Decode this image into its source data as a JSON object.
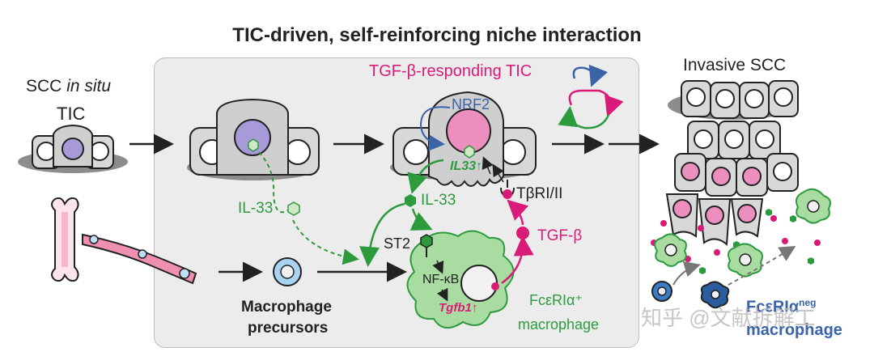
{
  "title": "TIC-driven, self-reinforcing niche interaction",
  "scc_in_situ": {
    "main": "SCC ",
    "italic": "in situ"
  },
  "tic": "TIC",
  "invasive_scc": "Invasive SCC",
  "tgfb_tic": "TGF-β-responding TIC",
  "nrf2": "NRF2",
  "il33_italic": "IL33↑",
  "tbri": "TβRI/II",
  "il33_left": "IL-33",
  "il33_center": "IL-33",
  "st2": "ST2",
  "nfkb": "NF-κB",
  "tgfb1": "Tgfb1↑",
  "tgfb": "TGF-β",
  "fce_pos_line1": "FcεRIα⁺",
  "fce_pos_line2": "macrophage",
  "macrophage_precursors_line1": "Macrophage",
  "macrophage_precursors_line2": "precursors",
  "fce_neg_line1": "FcεRIα",
  "fce_neg_sup": "neg",
  "fce_neg_line2": "macrophage",
  "watermark": "知乎 @文献拆解工",
  "colors": {
    "green": "#2e9a3e",
    "pink": "#d81b78",
    "blue": "#3b63a8",
    "panel": "#ececec",
    "cell": "#cfcfcf",
    "nucleus_purple": "#a89ad8",
    "nucleus_pink": "#ec8fbf"
  }
}
